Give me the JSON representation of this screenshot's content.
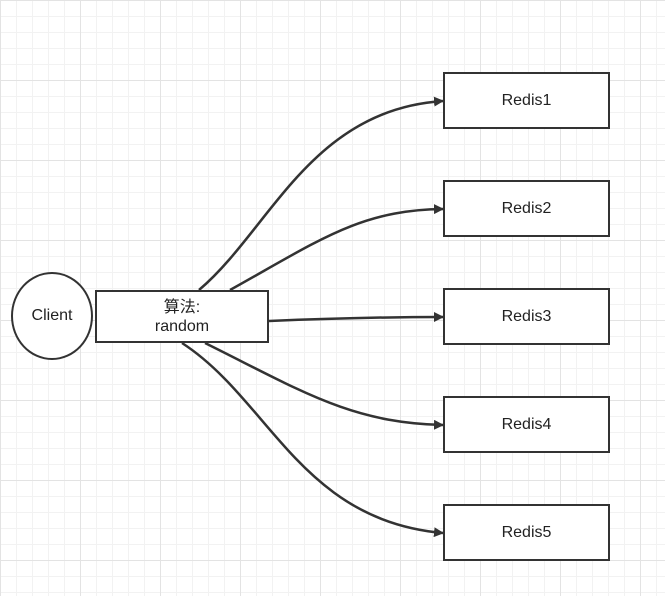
{
  "diagram": {
    "client": {
      "label": "Client"
    },
    "algorithm": {
      "line1": "算法:",
      "line2": "random"
    },
    "servers": [
      {
        "label": "Redis1"
      },
      {
        "label": "Redis2"
      },
      {
        "label": "Redis3"
      },
      {
        "label": "Redis4"
      },
      {
        "label": "Redis5"
      }
    ],
    "colors": {
      "stroke": "#333333",
      "node_fill": "#ffffff",
      "grid": "#e3e3e3"
    }
  }
}
